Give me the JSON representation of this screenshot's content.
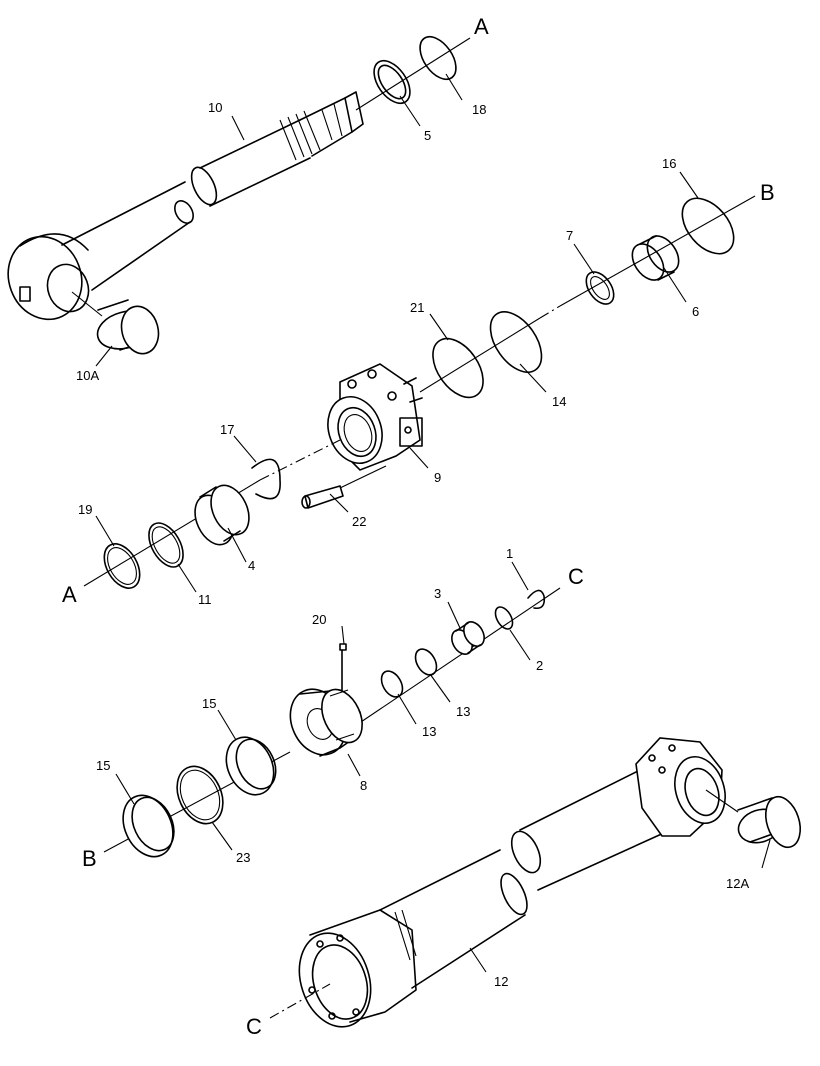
{
  "callouts": {
    "p1": "1",
    "p2": "2",
    "p3": "3",
    "p4": "4",
    "p5": "5",
    "p6": "6",
    "p7": "7",
    "p8": "8",
    "p9": "9",
    "p10": "10",
    "p10a": "10A",
    "p11": "11",
    "p12": "12",
    "p12a": "12A",
    "p13a": "13",
    "p13b": "13",
    "p14": "14",
    "p15a": "15",
    "p15b": "15",
    "p16": "16",
    "p17": "17",
    "p18": "18",
    "p19": "19",
    "p20": "20",
    "p21": "21",
    "p22": "22",
    "p23": "23"
  },
  "connectors": {
    "a_top": "A",
    "a_bottom": "A",
    "b_top": "B",
    "b_bottom": "B",
    "c_top": "C",
    "c_bottom": "C"
  }
}
